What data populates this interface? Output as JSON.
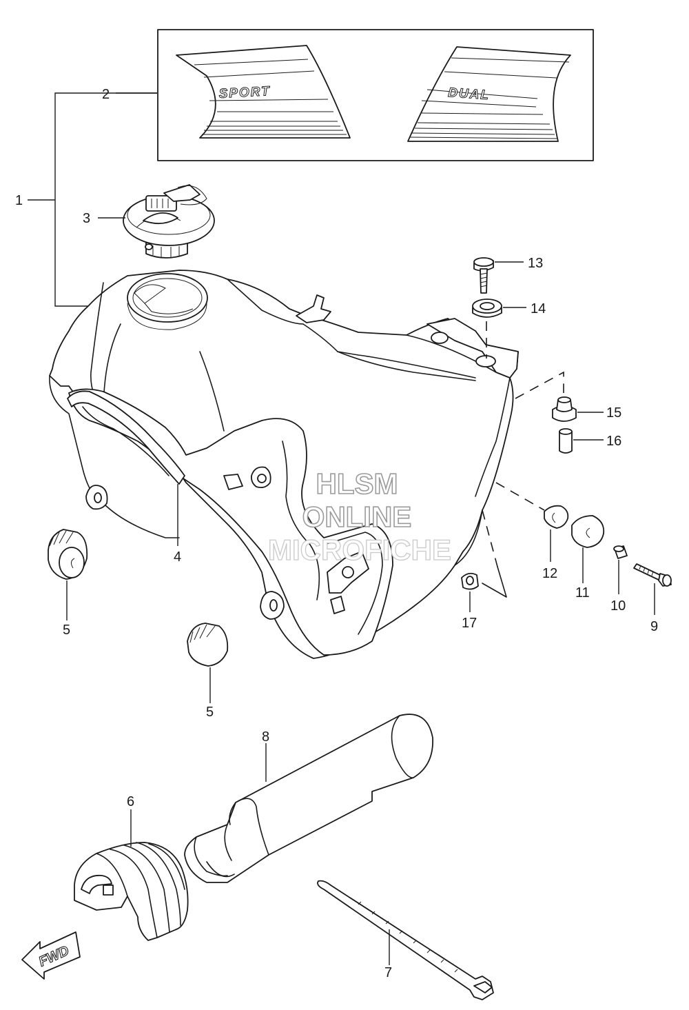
{
  "watermark": {
    "line1": "HLSM",
    "line2": "ONLINE",
    "line3": "MICROFICHE"
  },
  "decals": {
    "left_text": "SPORT",
    "right_text": "DUAL"
  },
  "fwd_label": "FWD",
  "callouts": [
    {
      "id": "c1",
      "label": "1",
      "part": "fuel-tank-assembly"
    },
    {
      "id": "c2",
      "label": "2",
      "part": "tank-emblem-set"
    },
    {
      "id": "c3",
      "label": "3",
      "part": "fuel-cap"
    },
    {
      "id": "c4",
      "label": "4",
      "part": "tank-hose"
    },
    {
      "id": "c5a",
      "label": "5",
      "part": "cushion-rubber-front"
    },
    {
      "id": "c5b",
      "label": "5",
      "part": "cushion-rubber-rear"
    },
    {
      "id": "c6",
      "label": "6",
      "part": "grommet"
    },
    {
      "id": "c7",
      "label": "7",
      "part": "cable-tie"
    },
    {
      "id": "c8",
      "label": "8",
      "part": "protector-tube"
    },
    {
      "id": "c9",
      "label": "9",
      "part": "bolt"
    },
    {
      "id": "c10",
      "label": "10",
      "part": "collar"
    },
    {
      "id": "c11",
      "label": "11",
      "part": "cushion-large"
    },
    {
      "id": "c12",
      "label": "12",
      "part": "cushion-small"
    },
    {
      "id": "c13",
      "label": "13",
      "part": "screw"
    },
    {
      "id": "c14",
      "label": "14",
      "part": "washer"
    },
    {
      "id": "c15",
      "label": "15",
      "part": "cushion-top"
    },
    {
      "id": "c16",
      "label": "16",
      "part": "spacer"
    },
    {
      "id": "c17",
      "label": "17",
      "part": "nut"
    }
  ]
}
